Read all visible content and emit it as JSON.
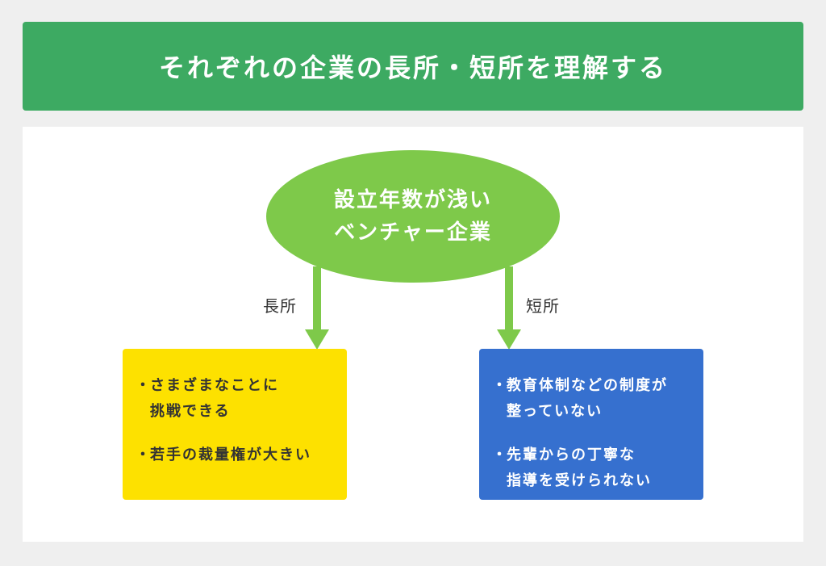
{
  "header": {
    "title": "それぞれの企業の長所・短所を理解する"
  },
  "center": {
    "line1": "設立年数が浅い",
    "line2": "ベンチャー企業"
  },
  "left_branch": {
    "label": "長所",
    "items": [
      {
        "bullet": "・",
        "line1": "さまざまなことに",
        "line2": "挑戦できる"
      },
      {
        "bullet": "・",
        "line1": "若手の裁量権が大きい",
        "line2": ""
      }
    ]
  },
  "right_branch": {
    "label": "短所",
    "items": [
      {
        "bullet": "・",
        "line1": "教育体制などの制度が",
        "line2": "整っていない"
      },
      {
        "bullet": "・",
        "line1": "先輩からの丁寧な",
        "line2": "指導を受けられない"
      }
    ]
  },
  "colors": {
    "header_bg": "#3daa62",
    "ellipse_bg": "#7ec94a",
    "arrow": "#7ec94a",
    "pros_bg": "#fde100",
    "cons_bg": "#3670cf"
  }
}
